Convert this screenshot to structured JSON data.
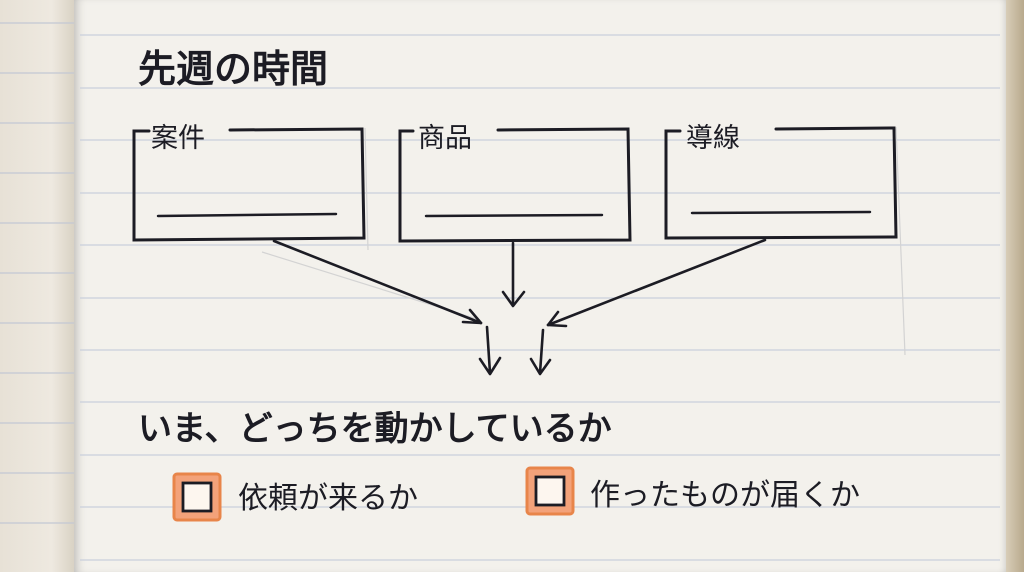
{
  "title": "先週の時間",
  "boxes": [
    {
      "label": "案件"
    },
    {
      "label": "商品"
    },
    {
      "label": "導線"
    }
  ],
  "question": "いま、どっちを動かしているか",
  "options": [
    {
      "label": "依頼が来るか",
      "checked": false
    },
    {
      "label": "作ったものが届くか",
      "checked": false
    }
  ],
  "colors": {
    "ink": "#1c1c24",
    "checkbox_border": "#e8854a",
    "paper": "#f3f1ec",
    "rule_line": "#c9cfdc"
  }
}
